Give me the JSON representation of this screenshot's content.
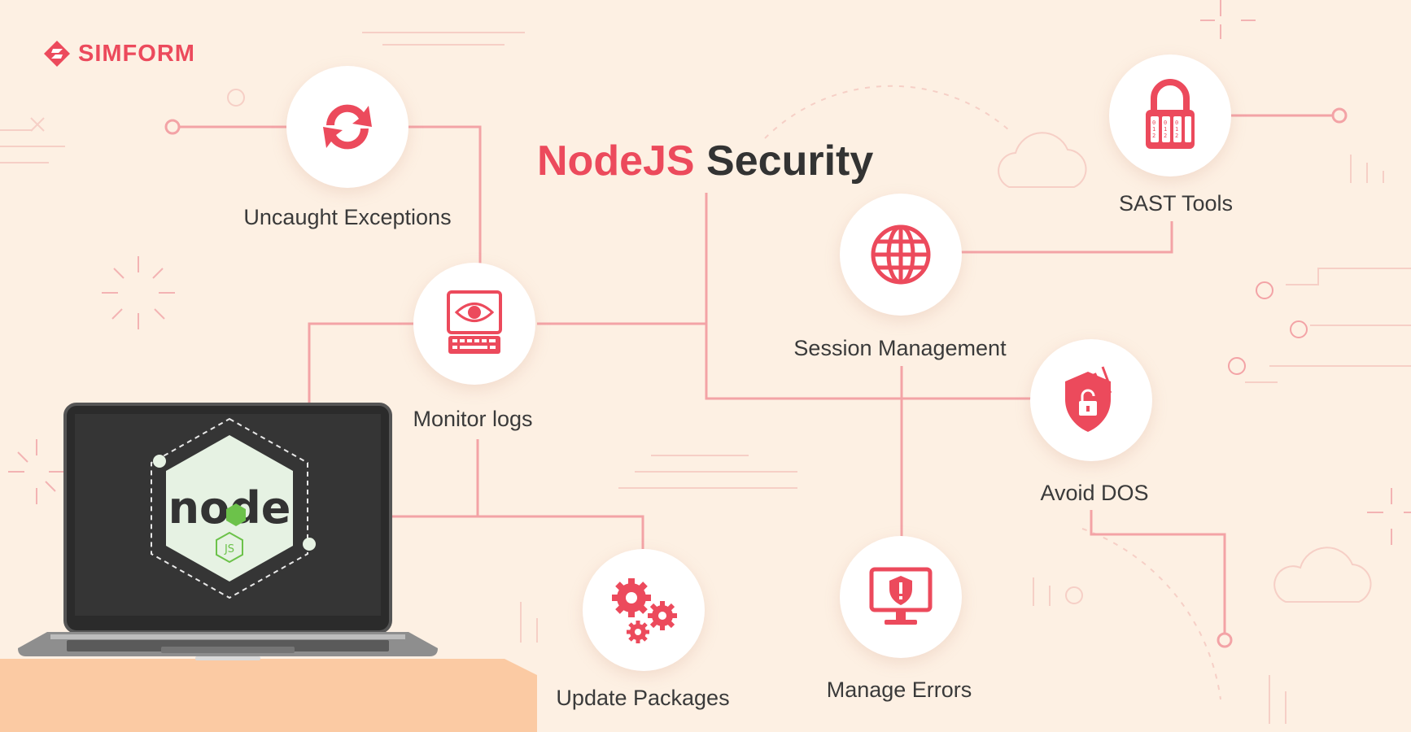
{
  "brand": {
    "name": "SIMFORM"
  },
  "title": {
    "part1": "NodeJS",
    "part2": " Security"
  },
  "nodes": {
    "uncaught": {
      "label": "Uncaught Exceptions",
      "icon": "refresh-arrows-icon"
    },
    "monitor": {
      "label": "Monitor logs",
      "icon": "monitor-eye-icon"
    },
    "update": {
      "label": "Update Packages",
      "icon": "gears-icon"
    },
    "session": {
      "label": "Session Management",
      "icon": "globe-icon"
    },
    "sast": {
      "label": "SAST Tools",
      "icon": "padlock-icon"
    },
    "dos": {
      "label": "Avoid DOS",
      "icon": "broken-shield-icon"
    },
    "errors": {
      "label": "Manage Errors",
      "icon": "monitor-shield-icon"
    }
  },
  "laptop": {
    "logo_text": "node",
    "badge": "JS"
  },
  "colors": {
    "accent": "#ec4a5c",
    "line": "#f3a3a6",
    "background": "#fdf0e3",
    "node_green": "#6cc24a"
  }
}
